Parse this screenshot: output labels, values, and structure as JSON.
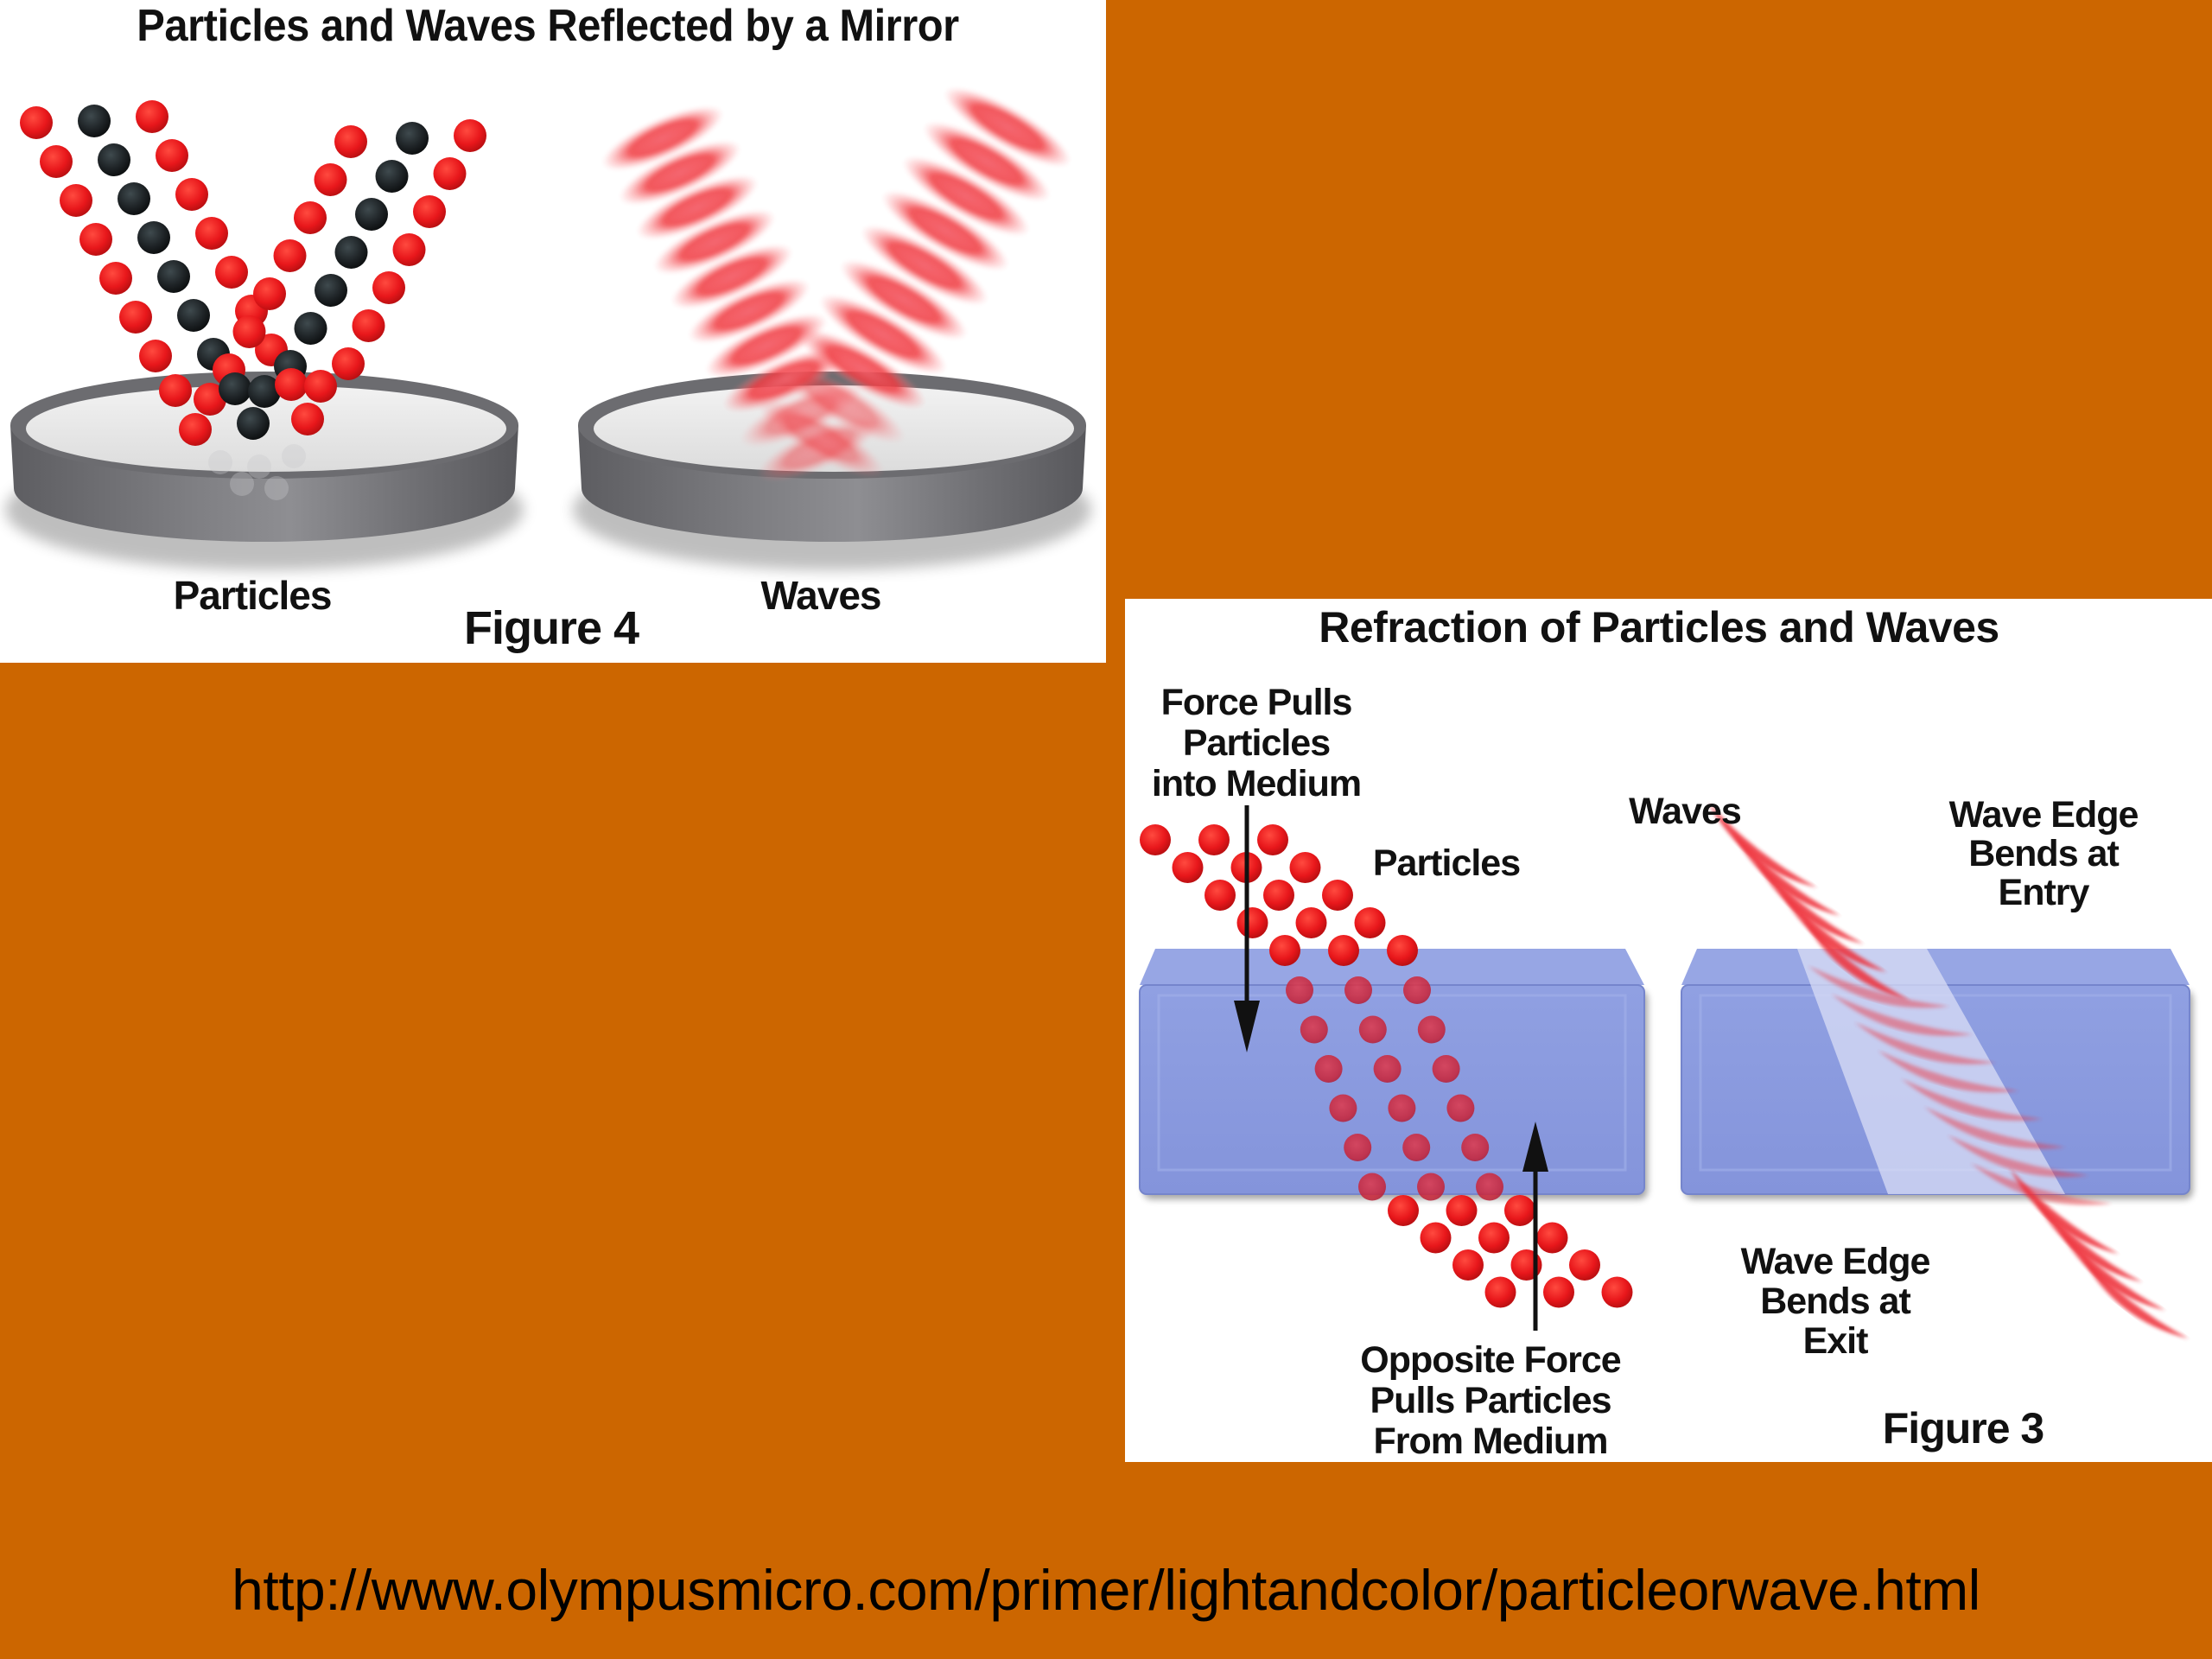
{
  "figure4": {
    "title": "Particles and Waves Reflected by a Mirror",
    "labels": {
      "particles": "Particles",
      "waves": "Waves"
    },
    "caption": "Figure 4"
  },
  "figure3": {
    "title": "Refraction of Particles and Waves",
    "labels": {
      "force_in": [
        "Force Pulls",
        "Particles",
        "into Medium"
      ],
      "particles": "Particles",
      "waves": "Waves",
      "wave_edge_entry": [
        "Wave Edge",
        "Bends at",
        "Entry"
      ],
      "wave_edge_exit": [
        "Wave Edge",
        "Bends at",
        "Exit"
      ],
      "force_out": [
        "Opposite Force",
        "Pulls Particles",
        "From Medium"
      ]
    },
    "caption": "Figure 3"
  },
  "source_url": "http://www.olympusmicro.com/primer/lightandcolor/particleorwave.html",
  "colors": {
    "background": "#CC6600",
    "panel": "#FFFFFF",
    "particle_red": "#E8171B",
    "particle_black": "#1E2326",
    "wave_red": "#F03A40",
    "medium_blue": "#8797DD",
    "mirror_gray": "#7A7A7E",
    "text": "#111111"
  }
}
